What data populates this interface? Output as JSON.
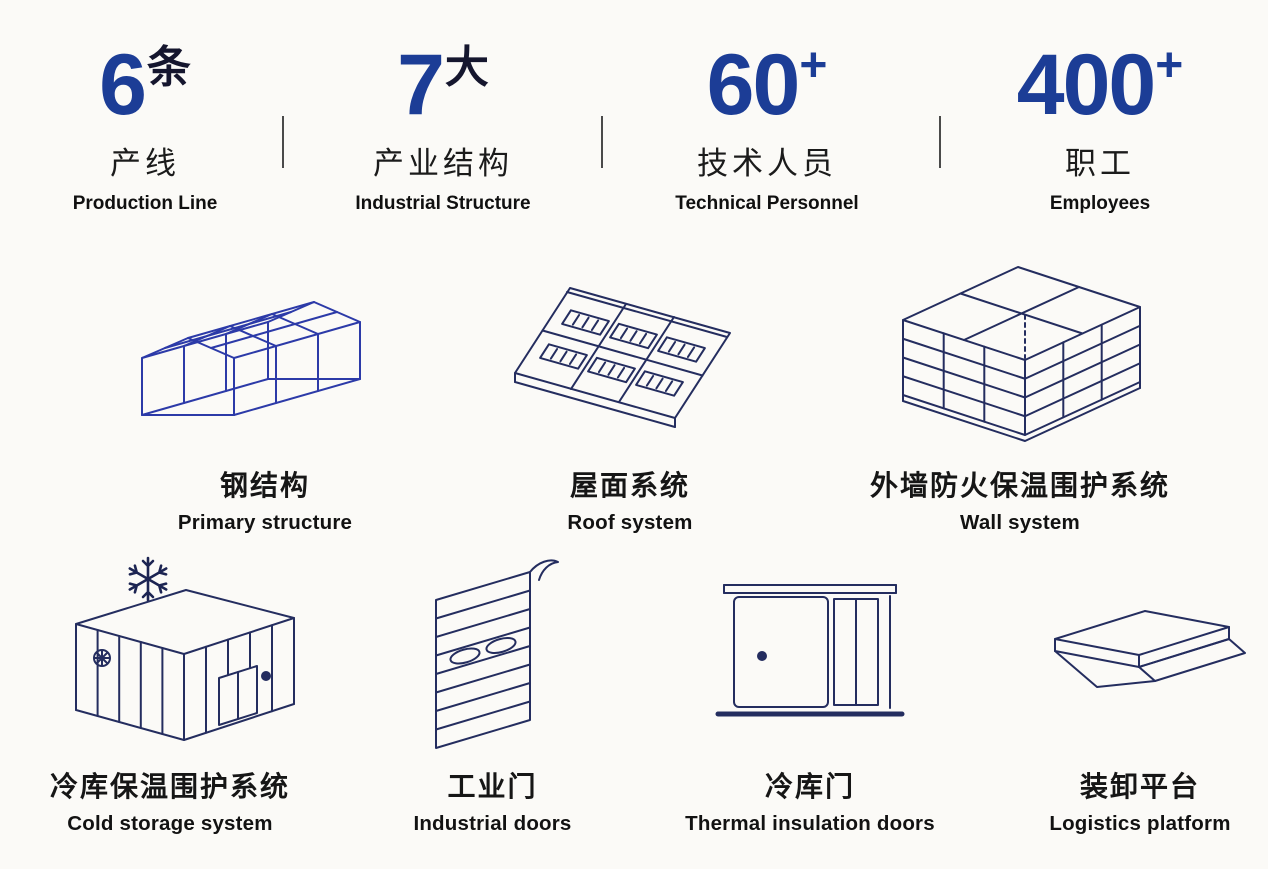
{
  "palette": {
    "accent": "#1c3d96",
    "ink": "#1a1a1a",
    "drawing_line": "#242d5f",
    "steel_blue": "#2c3aa8",
    "background": "#fbfaf7"
  },
  "stats": [
    {
      "value": "6",
      "unit": "条",
      "zh": "产线",
      "en": "Production Line"
    },
    {
      "value": "7",
      "unit": "大",
      "zh": "产业结构",
      "en": "Industrial Structure"
    },
    {
      "value": "60",
      "unit": "+",
      "zh": "技术人员",
      "en": "Technical Personnel"
    },
    {
      "value": "400",
      "unit": "+",
      "zh": "职工",
      "en": "Employees"
    }
  ],
  "products": {
    "row1": [
      {
        "icon": "steel-structure-icon",
        "zh": "钢结构",
        "en": "Primary structure"
      },
      {
        "icon": "roof-system-icon",
        "zh": "屋面系统",
        "en": "Roof system"
      },
      {
        "icon": "wall-system-icon",
        "zh": "外墙防火保温围护系统",
        "en": "Wall system"
      }
    ],
    "row2": [
      {
        "icon": "cold-storage-icon",
        "zh": "冷库保温围护系统",
        "en": "Cold storage system"
      },
      {
        "icon": "industrial-door-icon",
        "zh": "工业门",
        "en": "Industrial doors"
      },
      {
        "icon": "insulation-door-icon",
        "zh": "冷库门",
        "en": "Thermal insulation doors"
      },
      {
        "icon": "loading-platform-icon",
        "zh": "装卸平台",
        "en": "Logistics platform"
      }
    ]
  }
}
